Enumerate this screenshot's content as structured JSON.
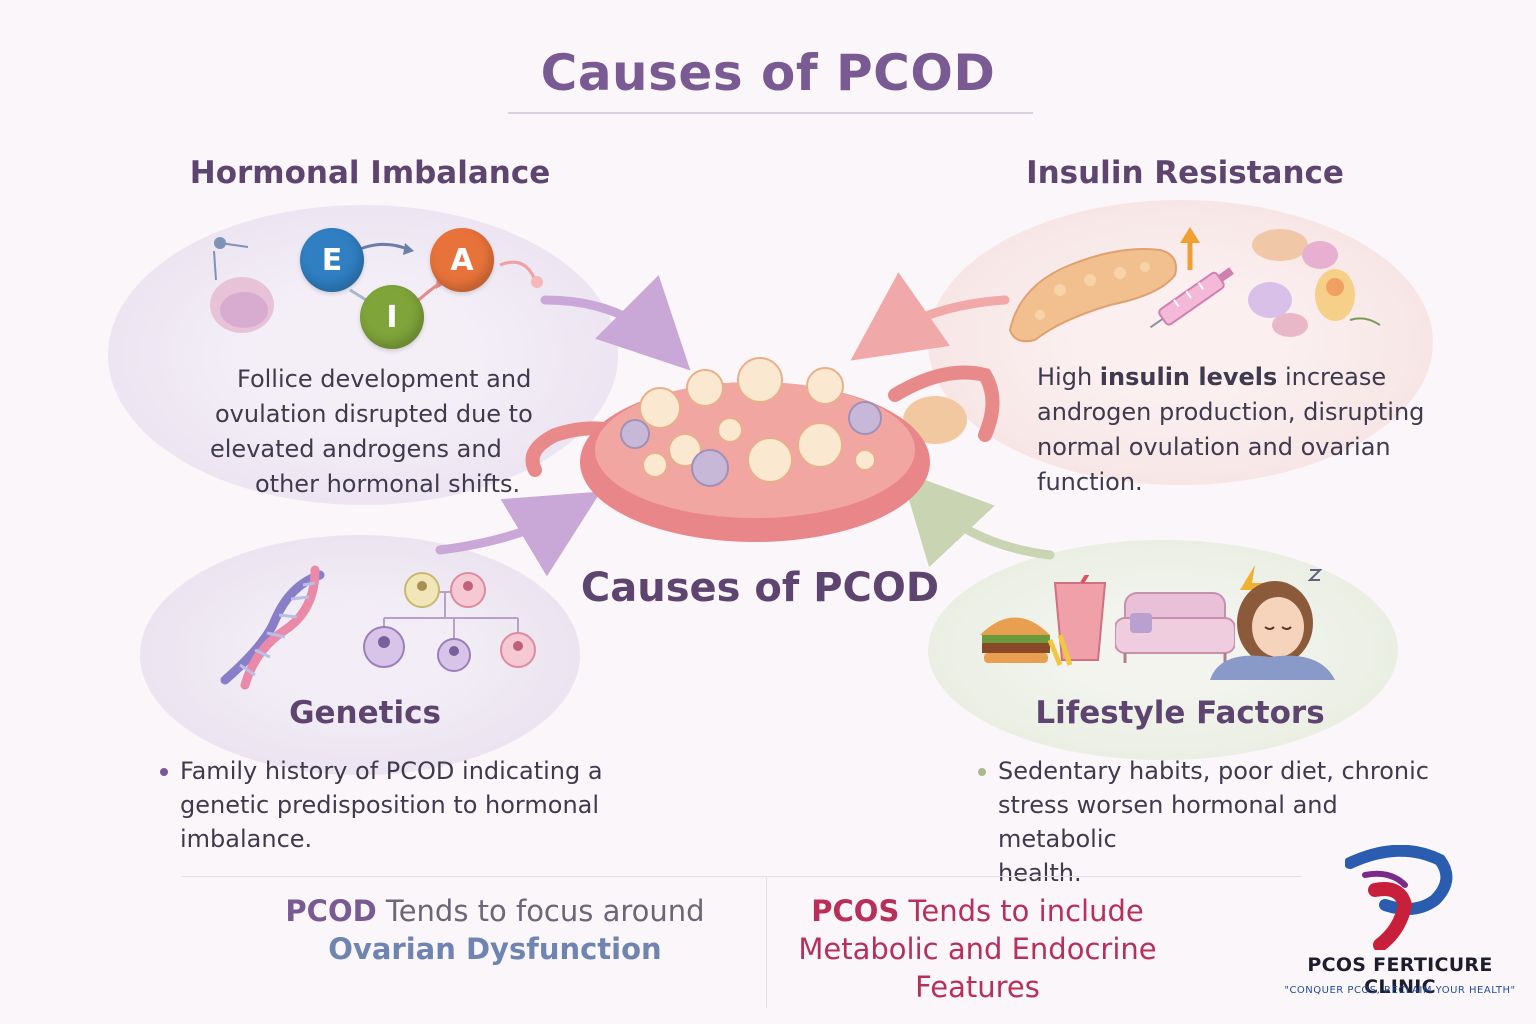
{
  "title": "Causes of PCOD",
  "center_label": "Causes of PCOD",
  "hormonal": {
    "heading": "Hormonal Imbalance",
    "letters": [
      "E",
      "A",
      "I"
    ],
    "description": [
      "Follice development and",
      "ovulation disrupted due to",
      "elevated androgens and",
      "other hormonal shifts."
    ]
  },
  "insulin": {
    "heading": "Insulin Resistance",
    "description_pre": "High ",
    "description_bold": "insulin levels",
    "description_post": " increase",
    "description_rest": [
      "androgen production, disrupting",
      "normal ovulation and ovarian",
      "function."
    ]
  },
  "genetics": {
    "heading": "Genetics",
    "bullet_lines": [
      "Family history of PCOD indicating a",
      "genetic predisposition to hormonal",
      "imbalance."
    ]
  },
  "lifestyle": {
    "heading": "Lifestyle Factors",
    "bullet_lines": [
      "Sedentary habits, poor diet, chronic",
      "stress worsen hormonal and metabolic",
      "health."
    ]
  },
  "footer": {
    "left_bold": "PCOD",
    "left_line1": " Tends to focus around",
    "left_line2": "Ovarian Dysfunction",
    "right_bold": "PCOS",
    "right_line1": " Tends to include",
    "right_line2": "Metabolic and Endocrine",
    "right_line3": "Features"
  },
  "clinic": {
    "name": "PCOS FERTICURE CLINIC",
    "tagline": "\"CONQUER PCOS, RECLAIM YOUR HEALTH\""
  },
  "colors": {
    "title": "#7a5a92",
    "pcod_bold": "#7a5a92",
    "ovarian": "#6f84b0",
    "pcos": "#b8305a",
    "circle_e": "#2f7fc2",
    "circle_a": "#e8733a",
    "circle_i": "#7fa43a"
  },
  "icons": [
    "hormone-cycle-icon",
    "pancreas-icon",
    "syringe-icon",
    "dna-icon",
    "family-tree-icon",
    "fast-food-icon",
    "sofa-icon",
    "tired-woman-icon",
    "ovary-illustration",
    "clinic-logo"
  ]
}
